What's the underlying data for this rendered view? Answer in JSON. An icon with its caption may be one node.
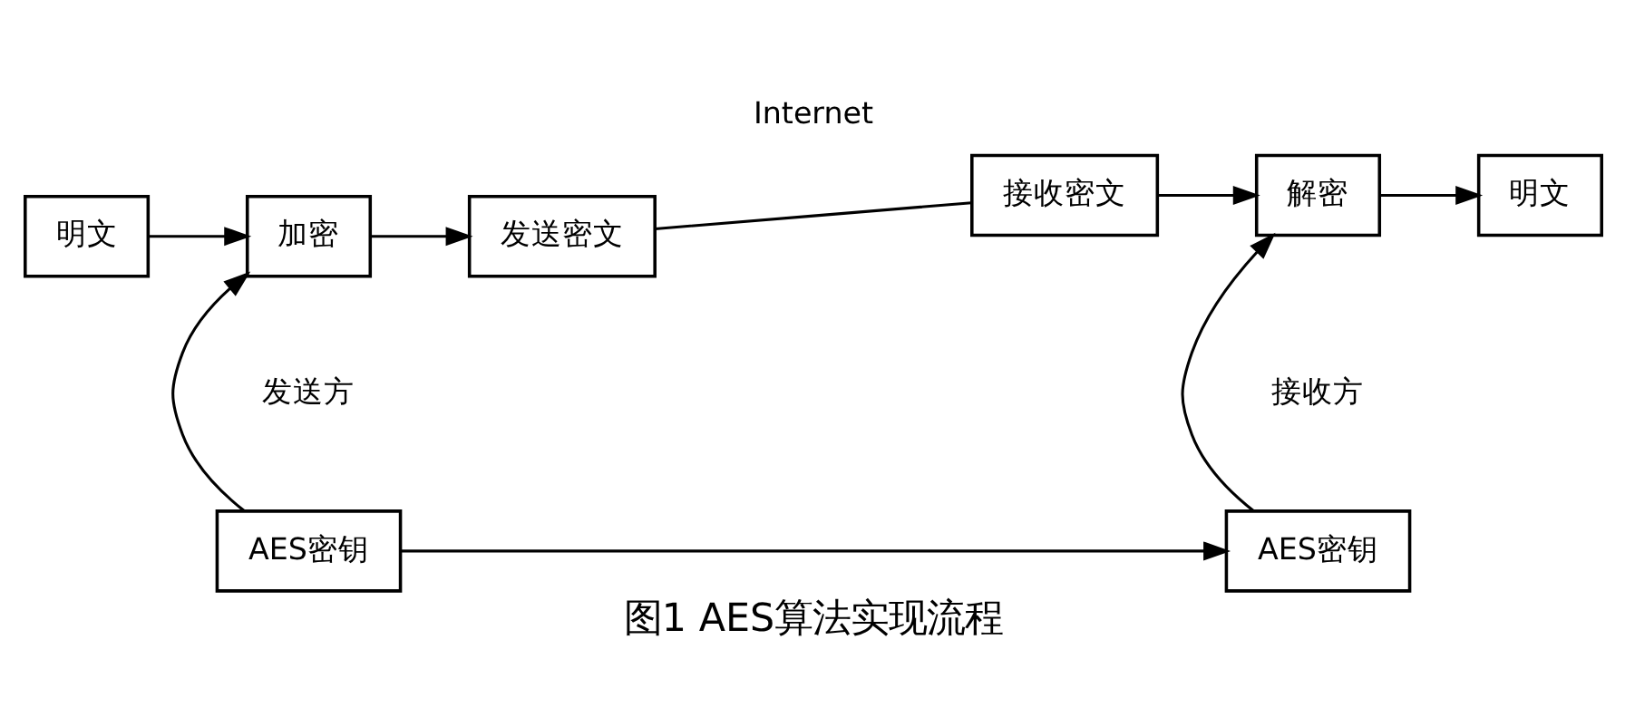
{
  "diagram": {
    "caption": "图1 AES算法实现流程",
    "nodes": [
      {
        "text": [
          "AES密钥"
        ]
      },
      {
        "text": [
          "AES密钥"
        ]
      },
      {
        "text": [
          "明文"
        ]
      },
      {
        "text": [
          "加密"
        ]
      },
      {
        "text": [
          "发送密文"
        ]
      },
      {
        "text": [
          "接收密文"
        ]
      },
      {
        "text": [
          "解密"
        ]
      },
      {
        "text": [
          "明文"
        ]
      }
    ],
    "edges": [
      {
        "from": 0,
        "to": 1,
        "arrow": "to"
      },
      {
        "from": 0,
        "to": 3,
        "arrow": "to"
      },
      {
        "from": 1,
        "to": 6,
        "arrow": "to"
      },
      {
        "from": 2,
        "to": 3,
        "arrow": "to"
      },
      {
        "from": 3,
        "to": 4,
        "arrow": "to"
      },
      {
        "from": 4,
        "to": 5,
        "arrow": "none"
      },
      {
        "from": 5,
        "to": 6,
        "arrow": "to"
      },
      {
        "from": 6,
        "to": 7,
        "arrow": "to"
      }
    ],
    "labels": [
      "发送方",
      "接收方",
      "Internet"
    ]
  }
}
